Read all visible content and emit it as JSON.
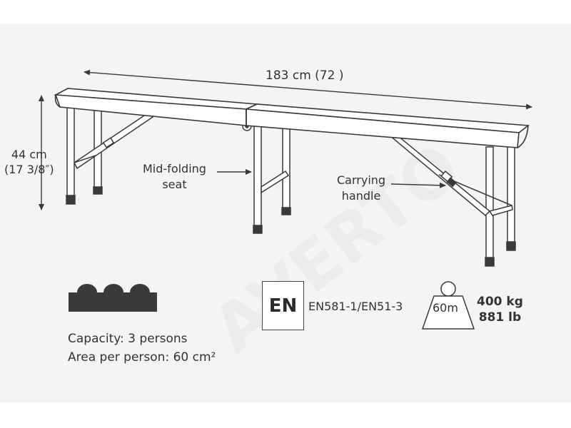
{
  "dimensions": {
    "length": "183 cm (72 )",
    "height_line1": "44 cm",
    "height_line2": "(17 3/8″)"
  },
  "callouts": {
    "mid_folding_line1": "Mid-folding",
    "mid_folding_line2": "seat",
    "carrying_line1": "Carrying",
    "carrying_line2": "handle"
  },
  "capacity": {
    "line1": "Capacity: 3 persons",
    "line2": "Area per person: 60 cm²"
  },
  "standard": {
    "badge": "EN",
    "text": "EN581-1/EN51-3"
  },
  "weight": {
    "icon_label": "60m",
    "kg": "400 kg",
    "lb": "881 lb"
  },
  "watermark": "AVERTO",
  "colors": {
    "line": "#3a3a3a",
    "seat_fill": "#ffffff",
    "block_fill": "#3a3a3a",
    "panel": "#f4f4f4"
  },
  "icons": [
    "dimension-arrow",
    "capacity-persons-icon",
    "en-standard-badge",
    "weight-icon"
  ]
}
